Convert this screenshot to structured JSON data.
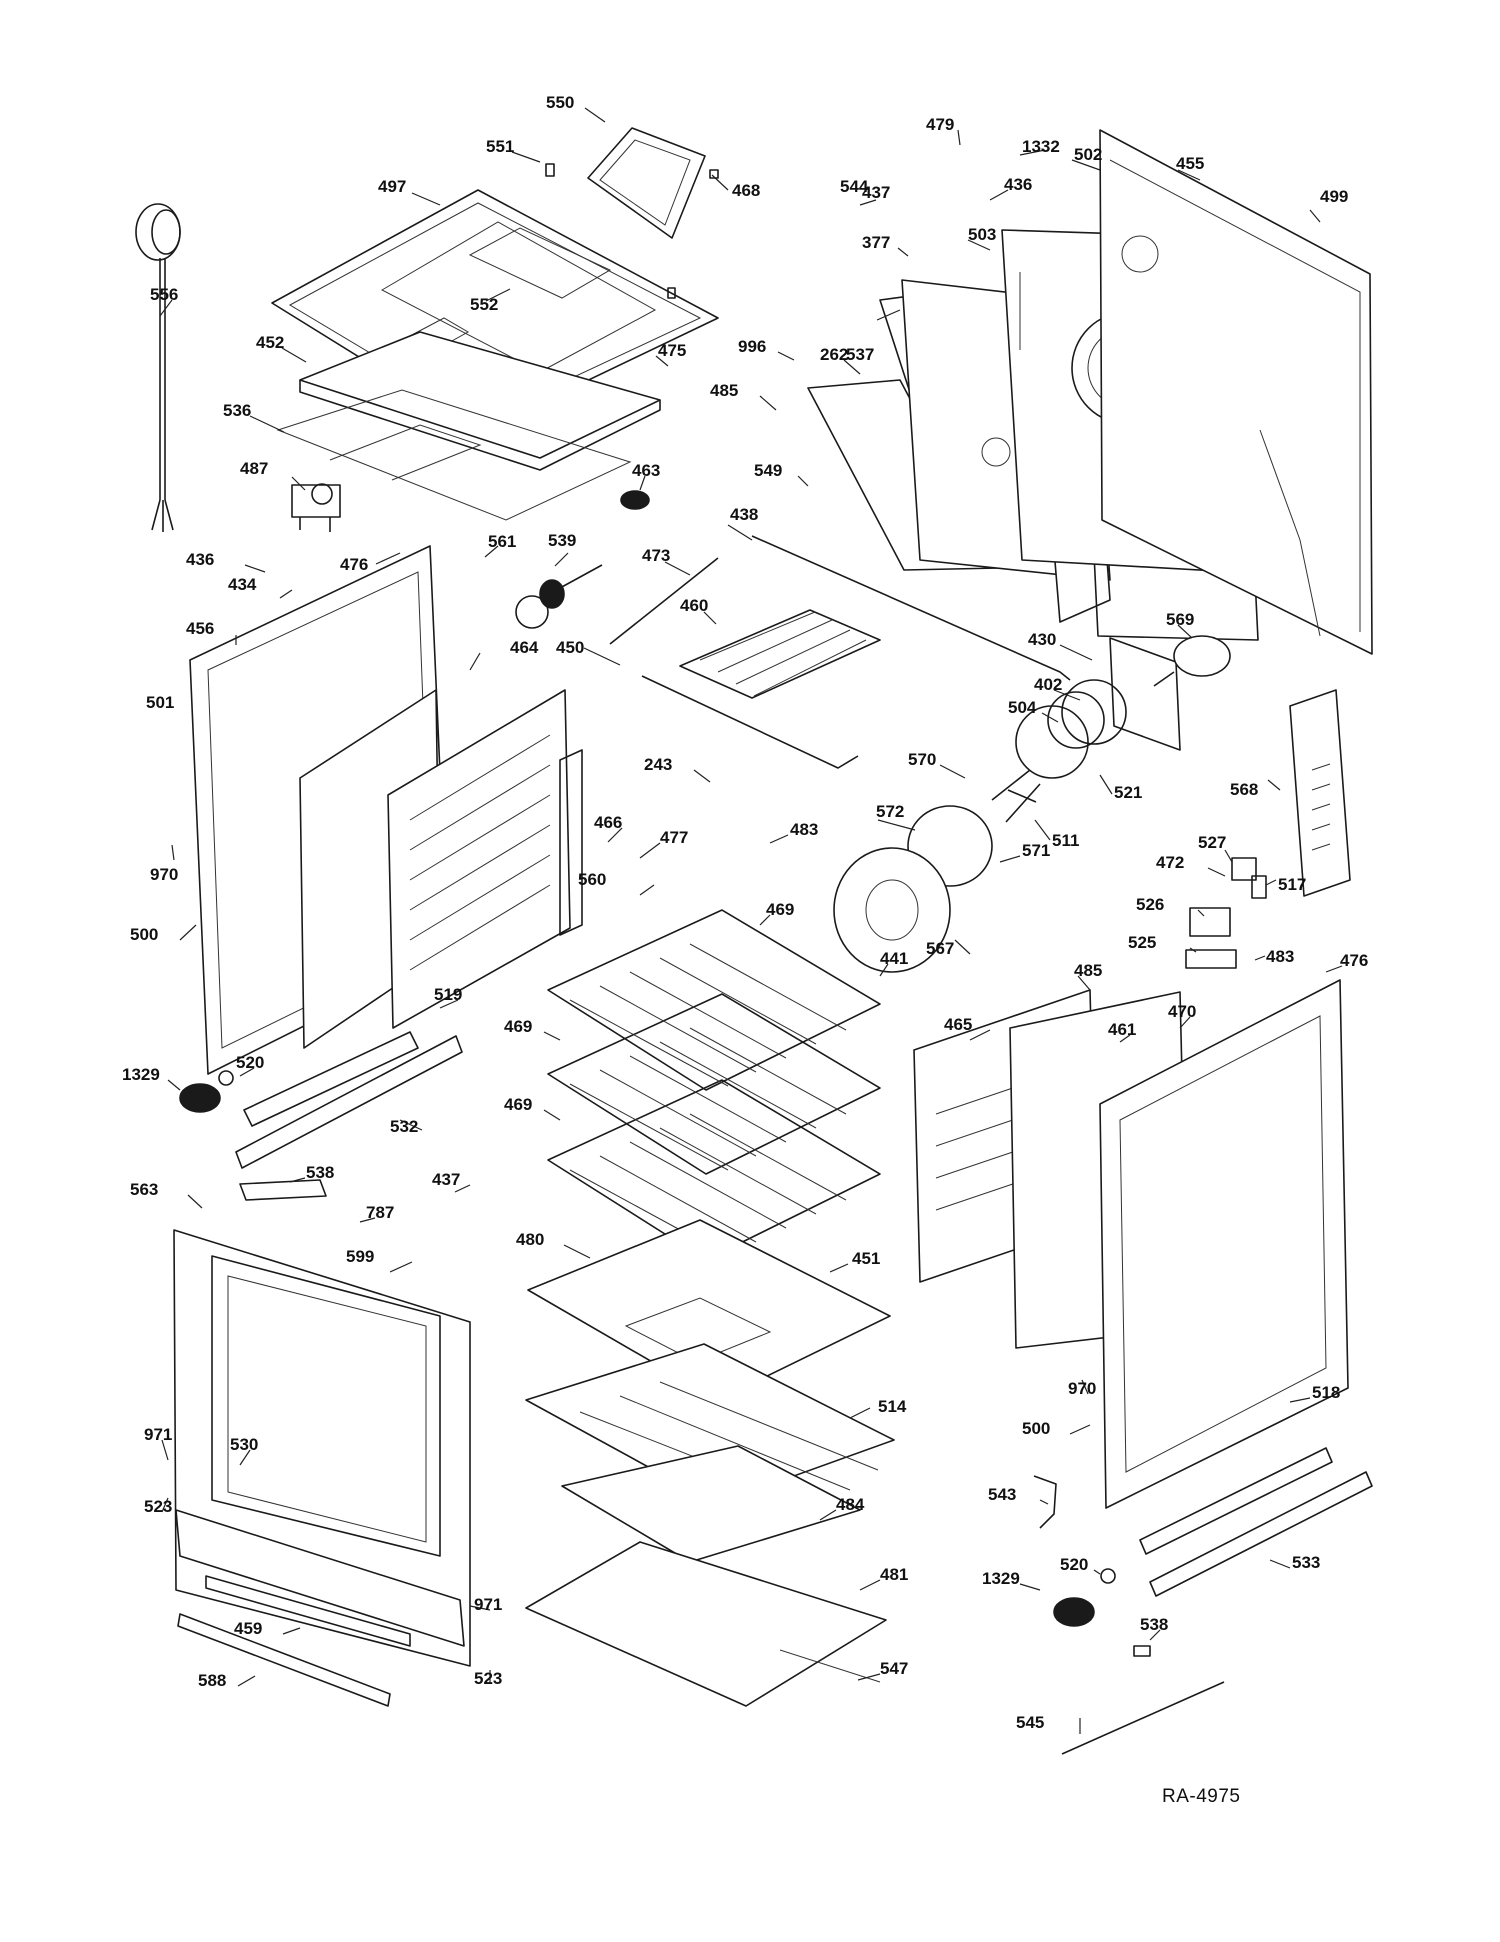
{
  "reference_code": "RA-4975",
  "callouts": [
    "550",
    "551",
    "468",
    "497",
    "552",
    "556",
    "452",
    "475",
    "536",
    "487",
    "463",
    "476",
    "436",
    "434",
    "456",
    "501",
    "539",
    "561",
    "464",
    "460",
    "450",
    "473",
    "438",
    "479",
    "437",
    "544",
    "436",
    "1332",
    "502",
    "455",
    "499",
    "377",
    "503",
    "262",
    "996",
    "537",
    "485",
    "549",
    "430",
    "569",
    "402",
    "504",
    "521",
    "570",
    "511",
    "243",
    "466",
    "477",
    "483",
    "572",
    "571",
    "568",
    "527",
    "472",
    "517",
    "526",
    "525",
    "483",
    "970",
    "500",
    "560",
    "469",
    "567",
    "441",
    "485",
    "476",
    "461",
    "465",
    "470",
    "519",
    "520",
    "1329",
    "532",
    "469",
    "469",
    "538",
    "563",
    "437",
    "787",
    "599",
    "480",
    "451",
    "514",
    "970",
    "500",
    "971",
    "530",
    "523",
    "484",
    "518",
    "543",
    "533",
    "520",
    "1329",
    "481",
    "971",
    "459",
    "588",
    "523",
    "547",
    "538",
    "545"
  ]
}
